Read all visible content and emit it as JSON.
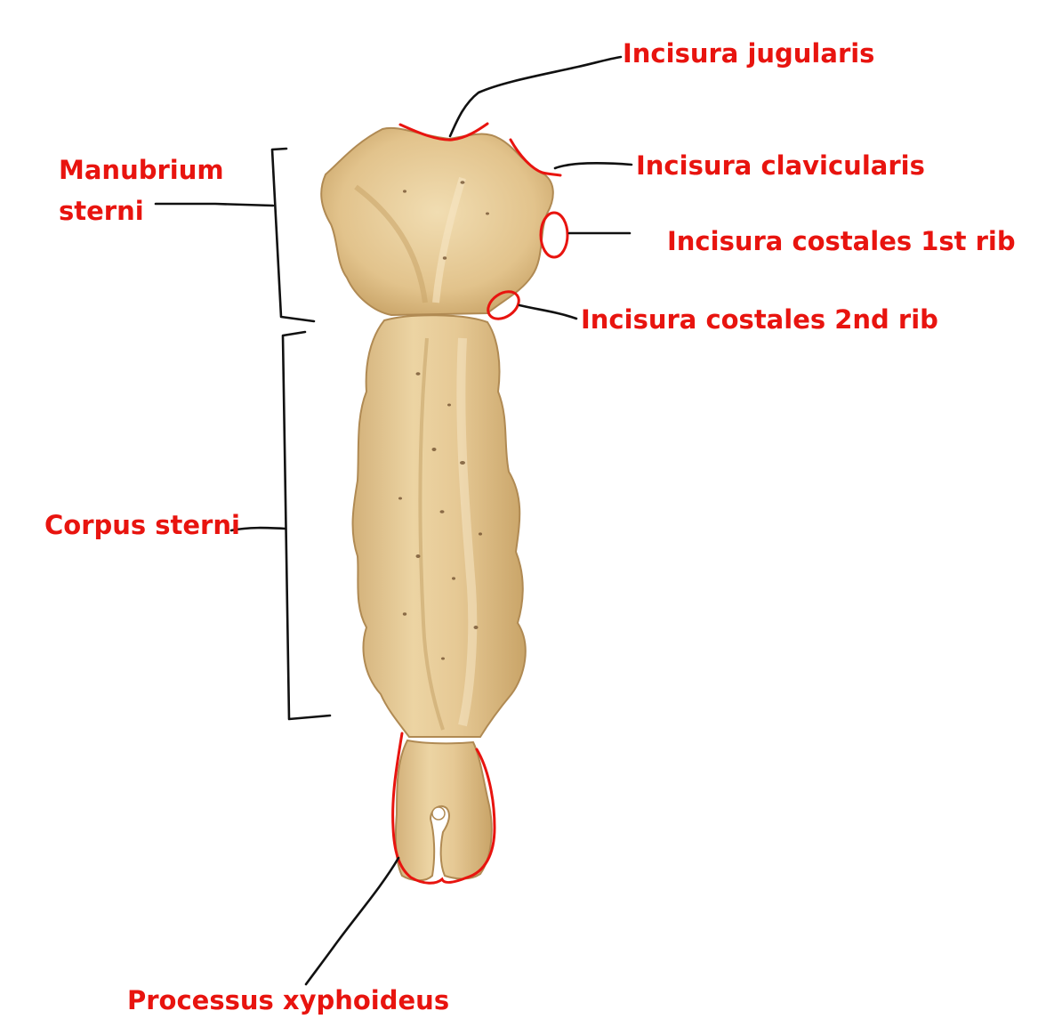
{
  "labels": {
    "incisura_jugularis": "Incisura jugularis",
    "incisura_clavicularis": "Incisura clavicularis",
    "incisura_costales_1st": "Incisura costales 1st rib",
    "incisura_costales_2nd": "Incisura costales 2nd rib",
    "manubrium_line1": "Manubrium",
    "manubrium_line2": "sterni",
    "corpus_sterni": "Corpus sterni",
    "processus_xyphoideus": "Processus xyphoideus"
  },
  "colors": {
    "label_text": "#e8140f",
    "highlight_outline": "#e8140f",
    "leader_line": "#111111",
    "bone_fill": "#e3c48e",
    "bone_shadow": "#b98f55",
    "bone_highlight": "#f4e2bb",
    "bone_pore": "#5c4025",
    "background": "#ffffff"
  }
}
